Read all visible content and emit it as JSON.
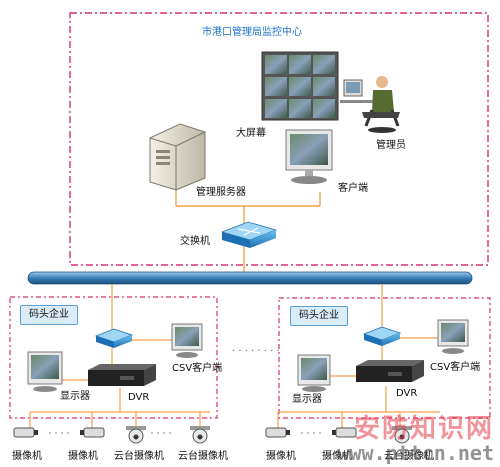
{
  "monitoring_center": {
    "title": "市港口管理局监控中心"
  },
  "labels": {
    "big_screen": "大屏幕",
    "administrator": "管理员",
    "management_server": "管理服务器",
    "client": "客户端",
    "switch": "交换机"
  },
  "enterprise_left": {
    "callout": "码头企业",
    "csv_client": "CSV客户端",
    "display": "显示器",
    "dvr": "DVR",
    "cameras": [
      "摄像机",
      "摄像机",
      "云台摄像机",
      "云台摄像机"
    ]
  },
  "enterprise_right": {
    "callout": "码头企业",
    "csv_client": "CSV客户端",
    "display": "显示器",
    "dvr": "DVR",
    "cameras": [
      "摄像机",
      "摄像机",
      "云台摄像机"
    ]
  },
  "ellipsis": "· · · · · · · ·",
  "watermark": {
    "text": "安防知识网",
    "url": "www.pttcn.net"
  },
  "colors": {
    "dashed_border": "#d6306e",
    "backbone_bar": "#3a7fb8",
    "link_line": "#f2a14a",
    "label_blue": "#1a73c9"
  }
}
